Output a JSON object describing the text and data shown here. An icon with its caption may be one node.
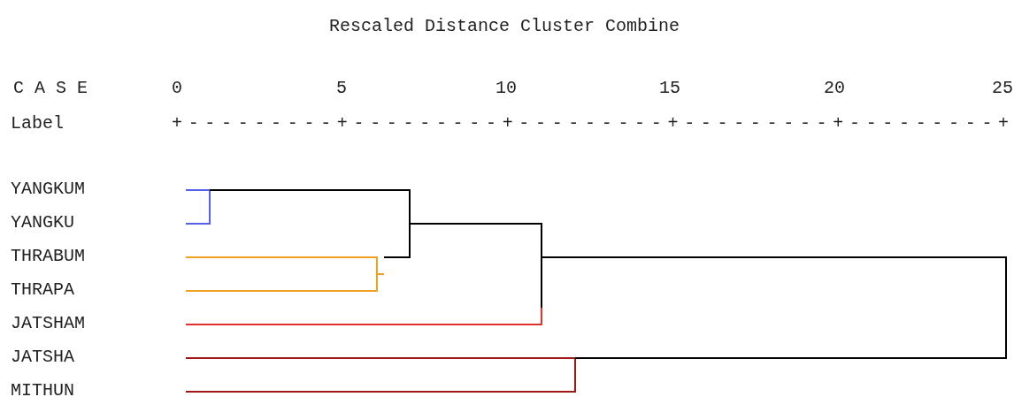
{
  "diagram": {
    "title": "Rescaled Distance Cluster Combine",
    "labels": [
      "C A S E",
      "0",
      "5",
      "10",
      "15",
      "20",
      "25",
      "Label",
      "+---------+---------+---------+---------+---------+",
      "YANGKUM",
      "YANGKU",
      "THRABUM",
      "THRAPA",
      "JATSHAM",
      "JATSHA",
      "MITHUN"
    ]
  }
}
